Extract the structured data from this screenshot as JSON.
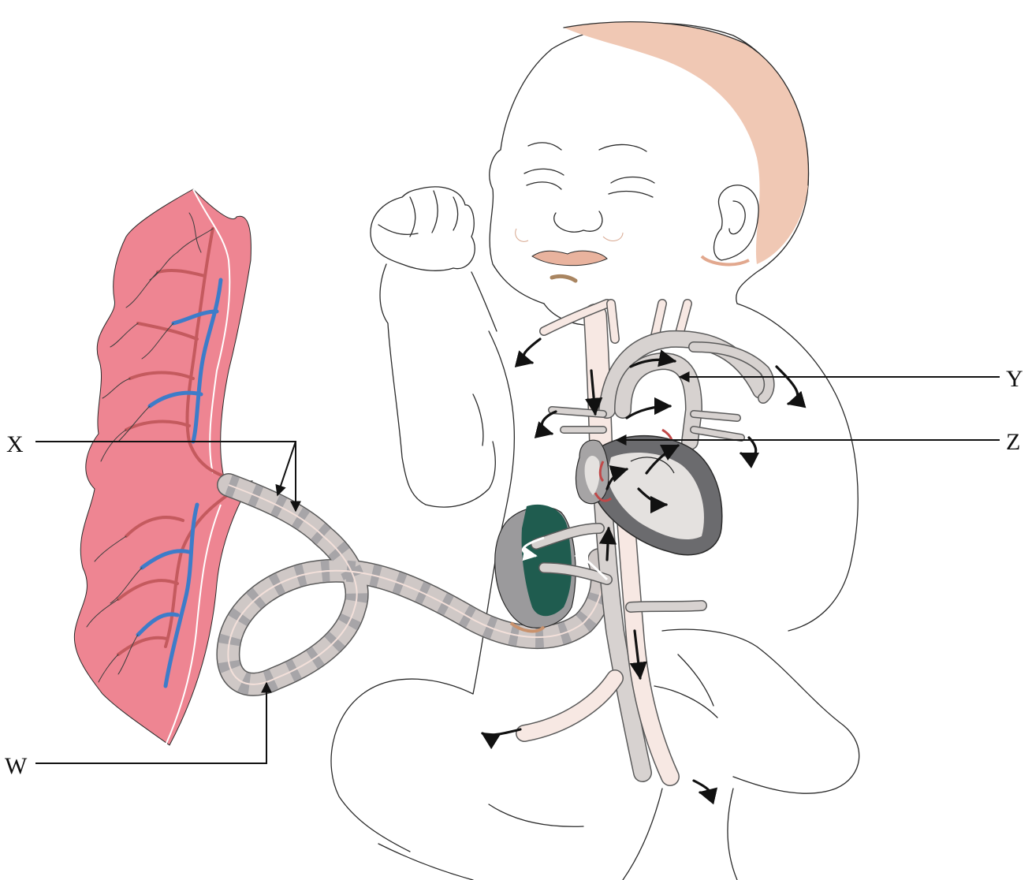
{
  "labels": {
    "w": "W",
    "x": "X",
    "y": "Y",
    "z": "Z"
  },
  "colors": {
    "placenta": "#ee8592",
    "placenta_dark": "#c45a5e",
    "placenta_vein": "#3d7cc9",
    "cord": "#cfc8c6",
    "cord_band": "#a7a5a8",
    "vessel": "#f7e8e3",
    "vessel_grey": "#d7d2d0",
    "liver": "#1f5c4f",
    "heart_dark": "#6b6b6e",
    "heart_light": "#e4e1df",
    "hair": "#f0c8b4",
    "lips": "#e9b39e",
    "outline": "#2a2a2a"
  }
}
